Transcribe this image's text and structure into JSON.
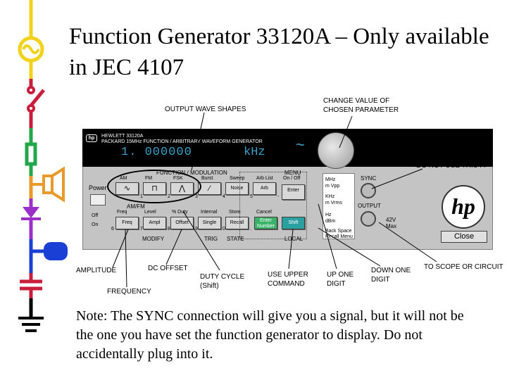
{
  "title": "Function Generator 33120A – Only available in JEC 4107",
  "callouts": {
    "output_wave_shapes": "OUTPUT WAVE SHAPES",
    "change_value": "CHANGE VALUE OF CHOSEN PARAMETER",
    "do_not_use": "DO NOT USE THIS ! !",
    "amplitude": "AMPLITUDE",
    "dc_offset": "DC OFFSET",
    "frequency": "FREQUENCY",
    "duty_cycle": "DUTY CYCLE (Shift)",
    "use_upper": "USE UPPER COMMAND",
    "up_one": "UP ONE DIGIT",
    "down_one": "DOWN ONE DIGIT",
    "to_scope": "TO SCOPE OR CIRCUIT"
  },
  "instrument": {
    "brand_line1": "HEWLETT  33120A",
    "brand_line2": "PACKARD  15MHz FUNCTION / ARBITRARY WAVEFORM GENERATOR",
    "display_value": "1. 000000",
    "display_unit": "kHz",
    "tilde": "~",
    "group_function": "FUNCTION / MODULATION",
    "group_menu": "MENU",
    "group_ammfm": "AM/FM",
    "group_modify": "MODIFY",
    "group_trig": "TRIG",
    "group_state": "STATE",
    "group_local": "LOCAL",
    "power": "Power",
    "off": "Off",
    "on": "On",
    "top_labels": [
      "AM",
      "FM",
      "FSK",
      "Burst",
      "Sweep",
      "Arb List",
      "On / Off"
    ],
    "row1_buttons": [
      "∿",
      "⊓",
      "⋀",
      "∕",
      "Noise",
      "Arb",
      "Enter"
    ],
    "row2_labels": [
      "Freq",
      "Level",
      "% Duty",
      "Internal",
      "Store",
      "Cancel"
    ],
    "row2_buttons": [
      "Freq",
      "Ampl",
      "Offset",
      "Single",
      "Recall",
      "Enter Number",
      "Shift"
    ],
    "digits_row1": [
      "1",
      "2",
      "3",
      "4",
      "5",
      "-"
    ],
    "digits_row2": [
      "6",
      "7",
      "8",
      "9",
      "0",
      "."
    ],
    "side_units": [
      "MHz",
      "m Vpp",
      "KHz",
      "m Vrms",
      "Hz",
      "dBm",
      "Back Space",
      "Recall Menu"
    ],
    "sync": "SYNC",
    "output": "OUTPUT",
    "max_v": "42V Max",
    "close": "Close",
    "hp_logo": "hp"
  },
  "note": "Note: The SYNC connection will give you a signal, but it will not be the one you have set the function generator to display. Do not accidentally plug into it.",
  "colors": {
    "display_blue": "#3ca0c8",
    "button_green": "#3bb36a",
    "button_teal": "#2aa0a0",
    "strip_yellow": "#f2d21a",
    "strip_red": "#c81e3c",
    "strip_green": "#22a64a",
    "strip_orange": "#e89a2a",
    "strip_purple": "#9b30c8",
    "strip_blue": "#1a3fd4"
  }
}
